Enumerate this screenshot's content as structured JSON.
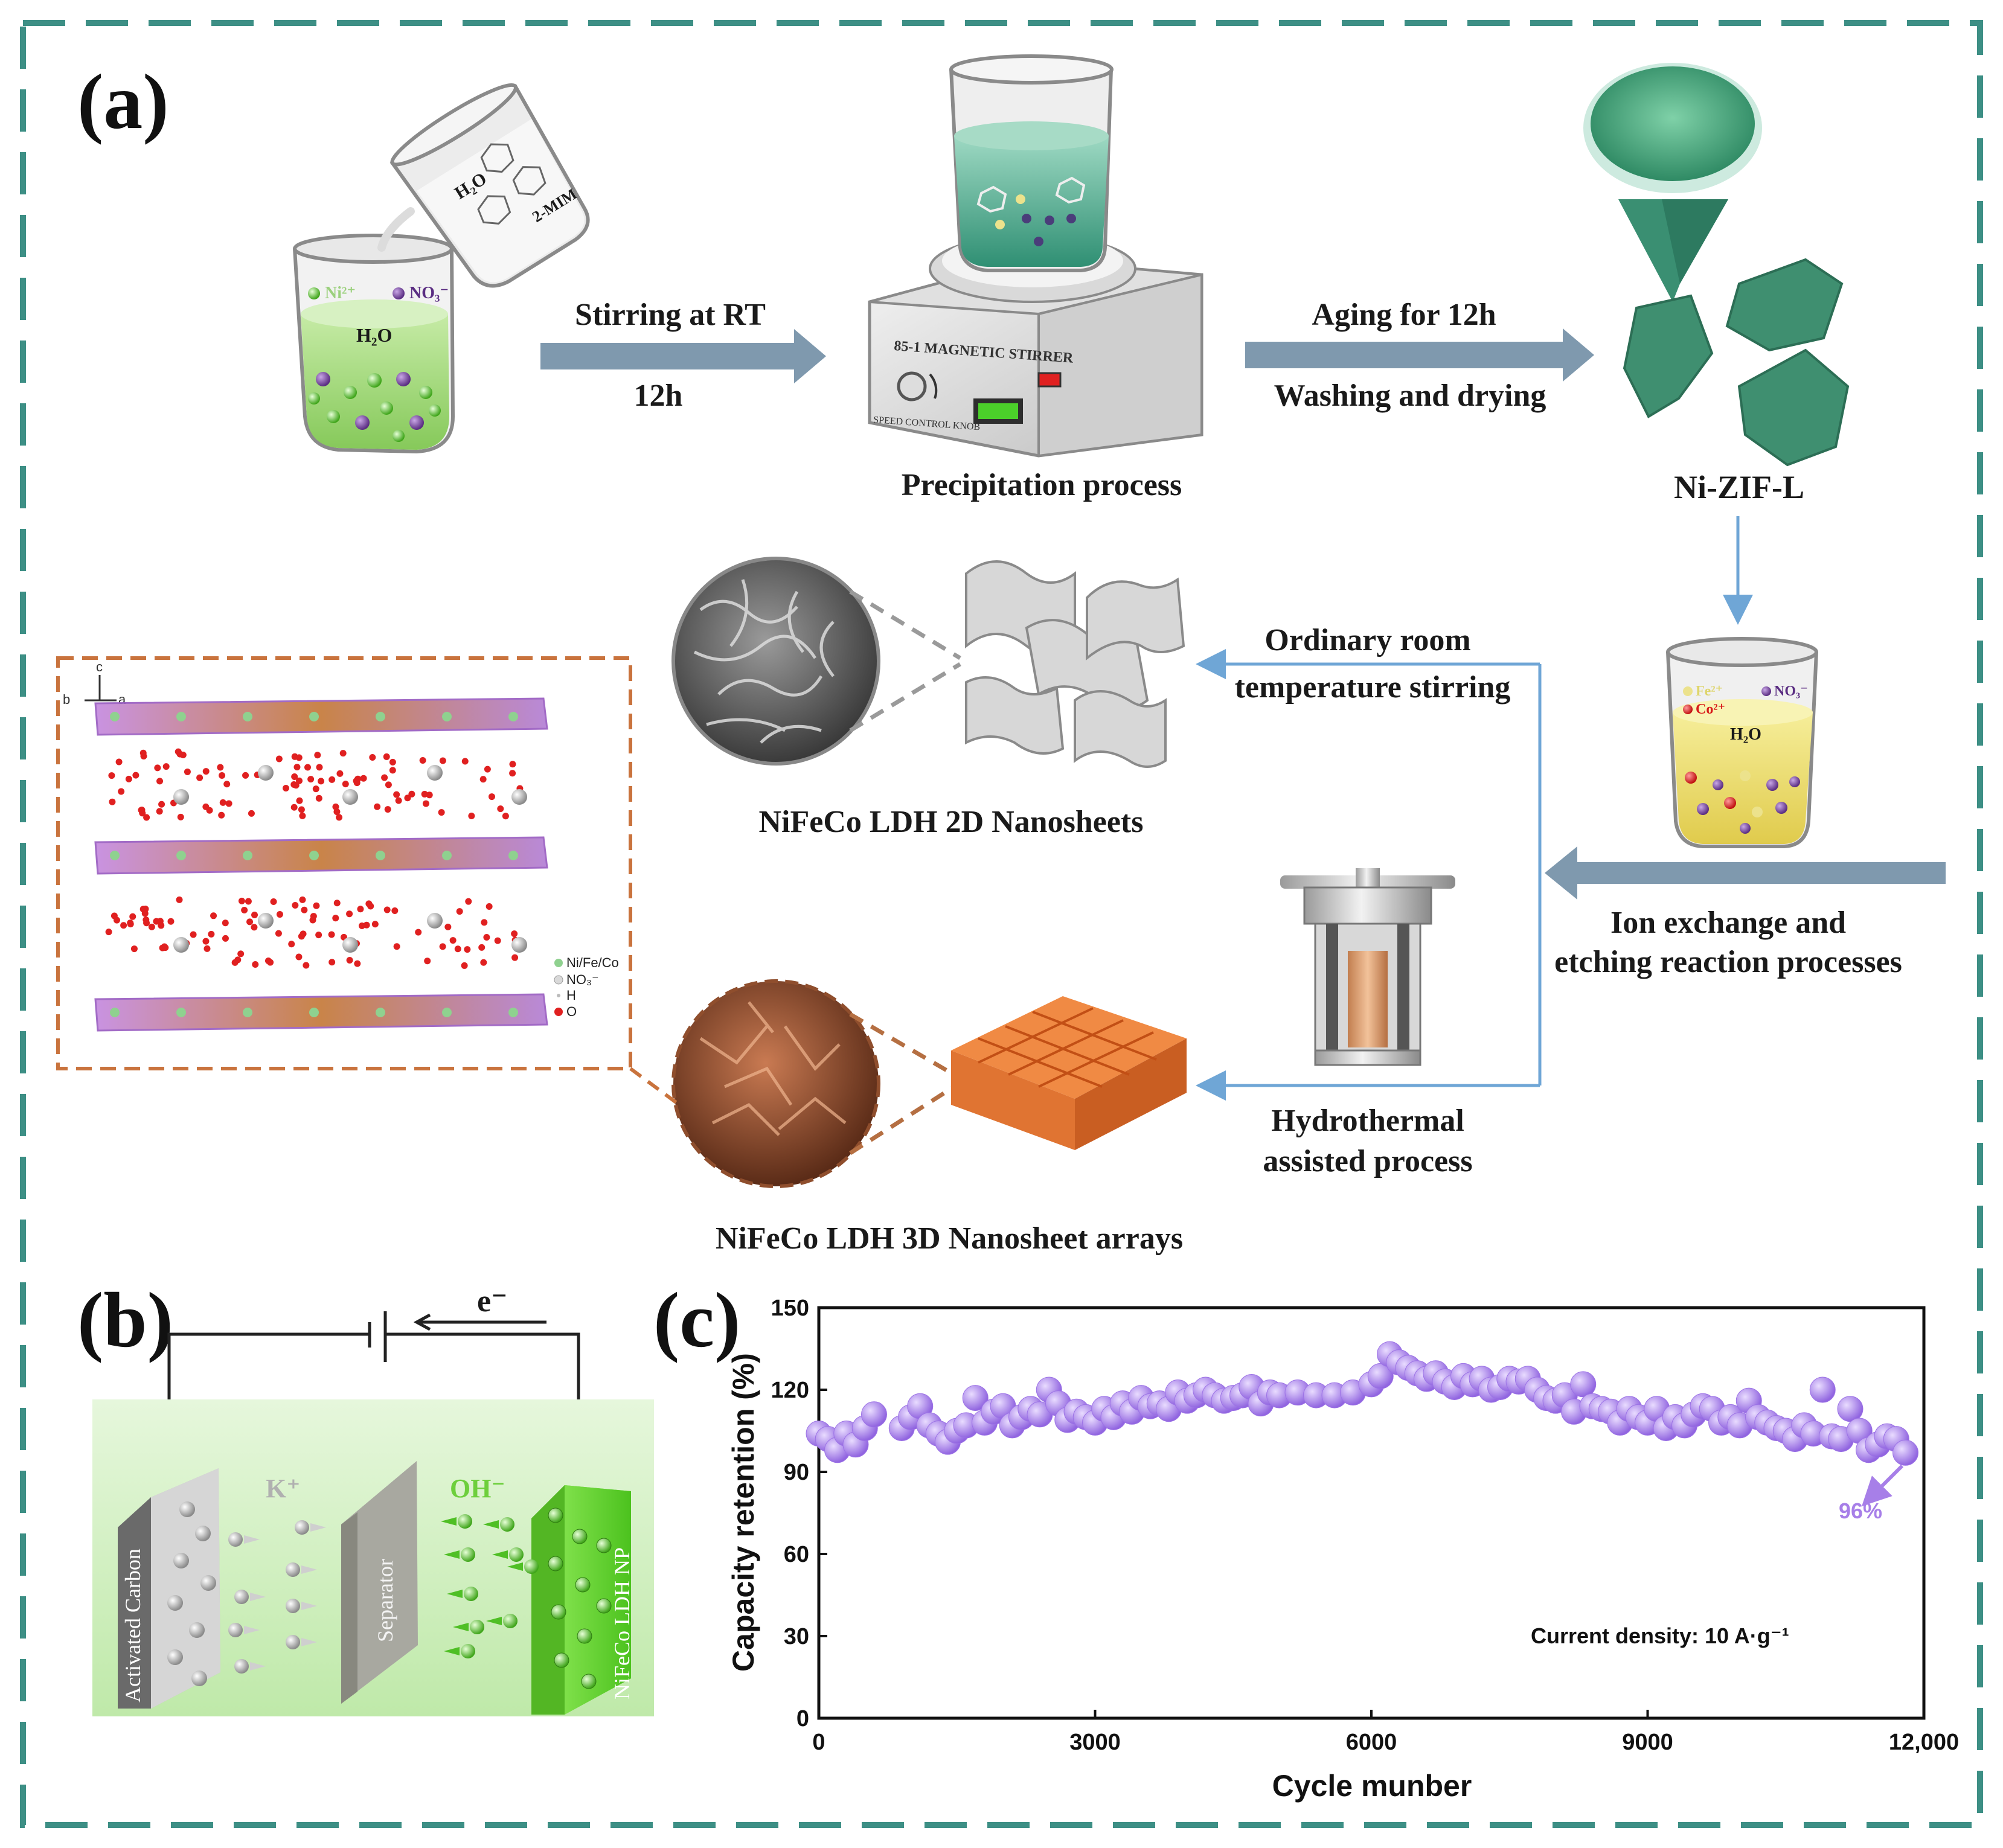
{
  "panels": {
    "a": "(a)",
    "b": "(b)",
    "c": "(c)"
  },
  "synthesis": {
    "beaker1_ion1": "Ni²⁺",
    "beaker1_ion2": "NO₃⁻",
    "beaker1_solvent": "H₂O",
    "pour_solvent": "H₂O",
    "pour_reagent": "2-MIM",
    "step1_line1": "Stirring at RT",
    "step1_line2": "12h",
    "stirrer_brand": "85-1 MAGNETIC STIRRER",
    "stirrer_knob": "SPEED CONTROL KNOB",
    "stirrer_caption": "Precipitation process",
    "step2_line1": "Aging for 12h",
    "step2_line2": "Washing and drying",
    "product_caption": "Ni-ZIF-L",
    "beaker2_ion1": "Fe²⁺",
    "beaker2_ion2": "NO₃⁻",
    "beaker2_ion3": "Co²⁺",
    "beaker2_solvent": "H₂O",
    "ion_exchange_line1": "Ion exchange and",
    "ion_exchange_line2": "etching reaction processes",
    "route1_line1": "Ordinary room",
    "route1_line2": "temperature stirring",
    "route1_product": "NiFeCo LDH 2D Nanosheets",
    "route2_line1": "Hydrothermal",
    "route2_line2": "assisted process",
    "route2_product": "NiFeCo LDH 3D Nanosheet arrays"
  },
  "crystal": {
    "axis_c": "c",
    "axis_b": "b",
    "axis_a": "a",
    "legend": [
      "Ni/Fe/Co",
      "NO₃⁻",
      "H",
      "O"
    ],
    "colors": {
      "metal": "#8fd18f",
      "nitrate": "#d9d9d9",
      "h": "#f2f2f2",
      "o": "#e02020"
    }
  },
  "device": {
    "electron": "e⁻",
    "cation": "K⁺",
    "anion": "OH⁻",
    "left_electrode": "Activated Carbon",
    "separator": "Separator",
    "right_electrode": "NiFeCo LDH NP"
  },
  "chart_data": {
    "type": "scatter",
    "title": "",
    "xlabel": "Cycle munber",
    "ylabel": "Capacity retention (%)",
    "xlim": [
      0,
      12000
    ],
    "ylim": [
      0,
      150
    ],
    "xticks": [
      0,
      3000,
      6000,
      9000,
      12000
    ],
    "xtick_labels": [
      "0",
      "3000",
      "6000",
      "9000",
      "12,000"
    ],
    "yticks": [
      0,
      30,
      60,
      90,
      120,
      150
    ],
    "annotation_text": "Current density: 10 A·g⁻¹",
    "end_label": "96%",
    "marker_color": "#a77fe8",
    "x": [
      0,
      100,
      200,
      300,
      400,
      500,
      600,
      900,
      1000,
      1100,
      1200,
      1300,
      1400,
      1500,
      1600,
      1700,
      1800,
      1900,
      2000,
      2100,
      2200,
      2300,
      2400,
      2500,
      2600,
      2700,
      2800,
      2900,
      3000,
      3100,
      3200,
      3300,
      3400,
      3500,
      3600,
      3700,
      3800,
      3900,
      4000,
      4100,
      4200,
      4300,
      4400,
      4500,
      4600,
      4700,
      4800,
      4900,
      5000,
      5200,
      5400,
      5600,
      5800,
      6000,
      6100,
      6200,
      6300,
      6400,
      6500,
      6600,
      6700,
      6800,
      6900,
      7000,
      7100,
      7200,
      7300,
      7400,
      7500,
      7600,
      7700,
      7800,
      7900,
      8000,
      8100,
      8200,
      8300,
      8400,
      8500,
      8600,
      8700,
      8800,
      8900,
      9000,
      9100,
      9200,
      9300,
      9400,
      9500,
      9600,
      9700,
      9800,
      9900,
      10000,
      10100,
      10200,
      10300,
      10400,
      10500,
      10600,
      10700,
      10800,
      10900,
      11000,
      11100,
      11200,
      11300,
      11400,
      11500,
      11600,
      11700,
      11800
    ],
    "y": [
      104,
      102,
      98,
      104,
      100,
      106,
      111,
      106,
      110,
      114,
      107,
      104,
      101,
      105,
      107,
      117,
      108,
      112,
      114,
      107,
      110,
      113,
      111,
      120,
      115,
      109,
      112,
      110,
      108,
      113,
      110,
      115,
      112,
      117,
      114,
      115,
      113,
      119,
      116,
      118,
      120,
      118,
      116,
      117,
      118,
      121,
      115,
      119,
      118,
      119,
      118,
      118,
      119,
      122,
      125,
      133,
      130,
      128,
      126,
      124,
      126,
      123,
      121,
      125,
      122,
      124,
      120,
      121,
      124,
      123,
      124,
      120,
      117,
      116,
      118,
      112,
      122,
      114,
      113,
      112,
      108,
      113,
      110,
      108,
      113,
      106,
      110,
      107,
      111,
      114,
      113,
      108,
      110,
      107,
      116,
      110,
      108,
      106,
      105,
      102,
      107,
      104,
      120,
      103,
      102,
      113,
      105,
      98,
      100,
      103,
      102,
      97
    ]
  }
}
